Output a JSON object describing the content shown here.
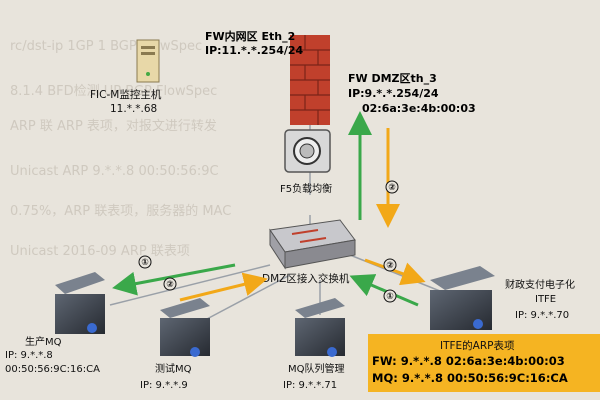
{
  "colors": {
    "background": "#e8e4dc",
    "green_arrow": "#3aa84a",
    "orange_arrow": "#f2a818",
    "firewall": "#c0402c",
    "arp_box": "#f5b422"
  },
  "firewall": {
    "inner_title": "FW内网区 Eth_2",
    "inner_ip": "IP:11.*.*.254/24",
    "dmz_title": "FW DMZ区th_3",
    "dmz_ip": "IP:9.*.*.254/24",
    "dmz_mac": "02:6a:3e:4b:00:03"
  },
  "monitor": {
    "name": "FIC-M监控主机",
    "ip": "11.*.*.68"
  },
  "f5": {
    "name": "F5负载均衡"
  },
  "switch": {
    "name": "DMZ区接入交换机"
  },
  "prod_mq": {
    "name": "生产MQ",
    "ip": "IP: 9.*.*.8",
    "mac": "00:50:56:9C:16:CA"
  },
  "test_mq": {
    "name": "测试MQ",
    "ip": "IP: 9.*.*.9"
  },
  "queue_mgr": {
    "name": "MQ队列管理",
    "ip": "IP: 9.*.*.71"
  },
  "itfe": {
    "name1": "财政支付电子化",
    "name2": "ITFE",
    "ip": "IP: 9.*.*.70"
  },
  "arp_table": {
    "title": "ITFE的ARP表项",
    "row1": "FW: 9.*.*.8   02:6a:3e:4b:00:03",
    "row2": "MQ: 9.*.*.8   00:50:56:9C:16:CA"
  },
  "markers": {
    "one": "①",
    "two": "②"
  }
}
